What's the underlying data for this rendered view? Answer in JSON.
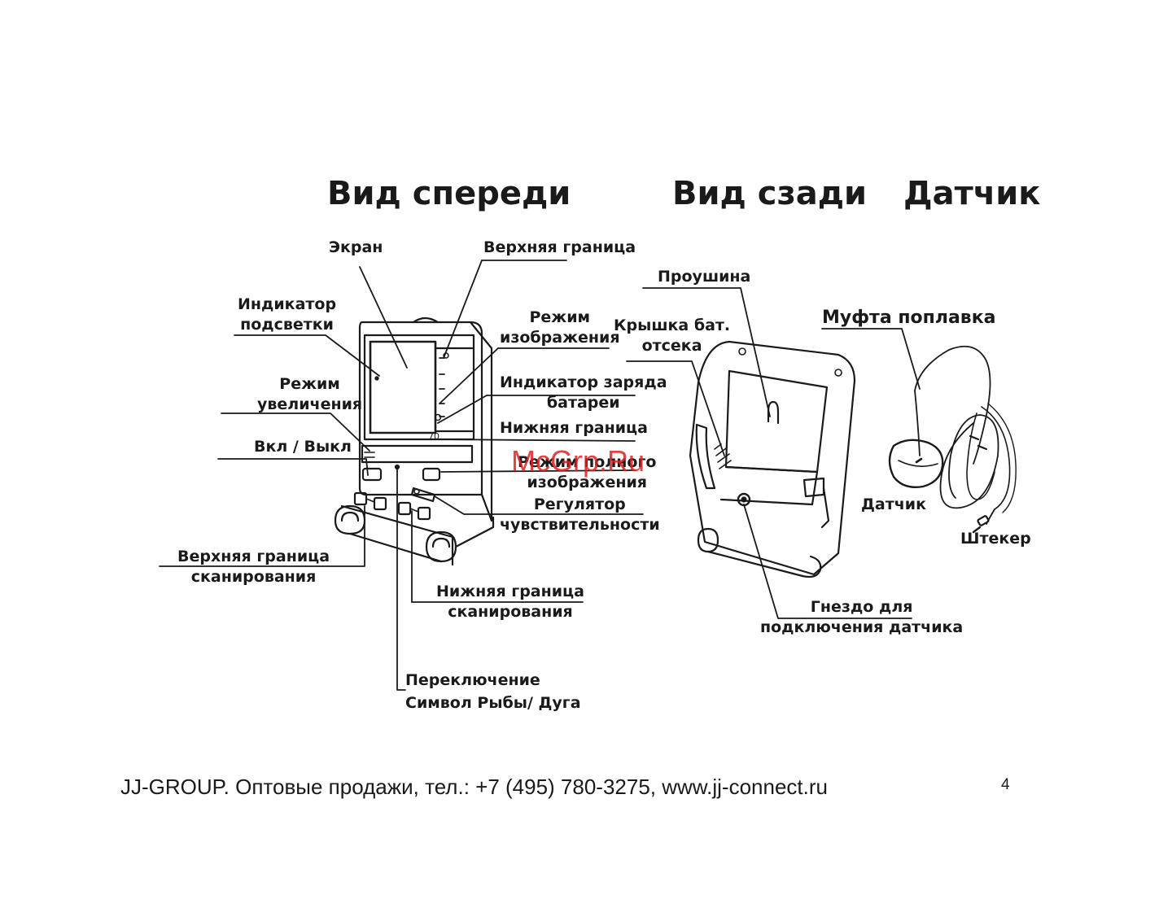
{
  "headings": {
    "front": "Вид спереди",
    "back": "Вид сзади",
    "sensor": "Датчик"
  },
  "front_labels": {
    "screen": "Экран",
    "upper_limit": "Верхняя граница",
    "backlight_indicator": [
      "Индикатор",
      "подсветки"
    ],
    "image_mode": [
      "Режим",
      "изображения"
    ],
    "zoom_mode": [
      "Режим",
      "увеличения"
    ],
    "battery_indicator": [
      "Индикатор заряда",
      "батареи"
    ],
    "lower_limit": "Нижняя граница",
    "power": "Вкл / Выкл",
    "full_image_mode": [
      "Режим полного",
      "изображения"
    ],
    "sensitivity": [
      "Регулятор",
      "чувствительности"
    ],
    "scan_upper": [
      "Верхняя граница",
      "сканирования"
    ],
    "scan_lower": [
      "Нижняя граница",
      "сканирования"
    ],
    "fish_arc_switch": [
      "Переключение",
      "Символ Рыбы/ Дуга"
    ]
  },
  "back_labels": {
    "lug": "Проушина",
    "battery_cover": [
      "Крышка бат.",
      "отсека"
    ],
    "sensor_socket": [
      "Гнездо для",
      "подключения датчика"
    ]
  },
  "sensor_labels": {
    "float_coupling": "Муфта поплавка",
    "sensor": "Датчик",
    "plug": "Штекер"
  },
  "watermark": "McGrp.Ru",
  "footer": "JJ-GROUP. Оптовые продажи, тел.: +7 (495) 780-3275, www.jj-connect.ru",
  "page_number": "4"
}
